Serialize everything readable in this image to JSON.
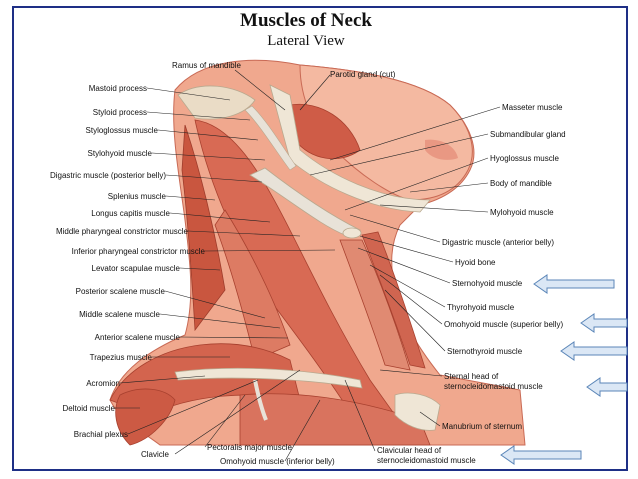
{
  "title": "Muscles of Neck",
  "subtitle": "Lateral View",
  "labels_left": [
    "Mastoid process",
    "Styloid process",
    "Styloglossus muscle",
    "Stylohyoid muscle",
    "Digastric muscle (posterior belly)",
    "Splenius muscle",
    "Longus capitis muscle",
    "Middle pharyngeal constrictor muscle",
    "Inferior pharyngeal constrictor muscle",
    "Levator scapulae muscle",
    "Posterior scalene muscle",
    "Middle scalene muscle",
    "Anterior scalene muscle",
    "Trapezius muscle",
    "Acromion",
    "Deltoid muscle",
    "Brachial plexus"
  ],
  "labels_top": [
    "Ramus of mandible",
    "Parotid gland (cut)"
  ],
  "labels_right": [
    "Masseter muscle",
    "Submandibular gland",
    "Hyoglossus muscle",
    "Body of mandible",
    "Mylohyoid muscle",
    "Digastric muscle (anterior belly)",
    "Hyoid bone",
    "Sternohyoid muscle",
    "Thyrohyoid muscle",
    "Omohyoid muscle (superior belly)",
    "Sternothyroid muscle",
    "Sternal head of",
    "sternocleidomastoid muscle",
    "Manubrium of sternum",
    "Clavicular head of",
    "sternocleidomastoid muscle"
  ],
  "labels_bottom": [
    "Pectoralis major muscle",
    "Clavicle",
    "Omohyoid muscle (inferior belly)"
  ],
  "colors": {
    "frame": "#1e2f86",
    "arrow_fill": "#dbe7f5",
    "arrow_stroke": "#5b86b8",
    "muscle": "#d9735e",
    "muscle_dark": "#b9503f",
    "tendon": "#e9e2d6",
    "skin": "#f2b79e"
  },
  "highlight_arrows": [
    "Sternohyoid muscle",
    "Omohyoid muscle (superior belly)",
    "Sternothyroid muscle",
    "sternocleidomastoid muscle",
    "Clavicular head of sternocleidomastoid muscle"
  ]
}
